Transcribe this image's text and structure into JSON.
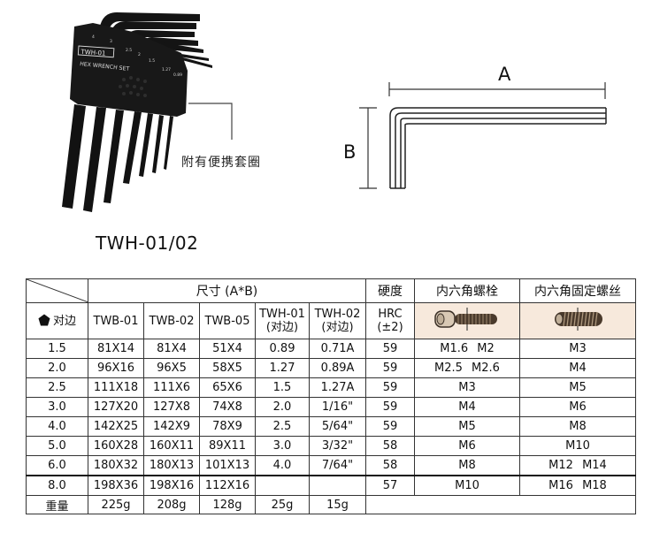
{
  "photo": {
    "set_label": "TWH-01",
    "set_subtitle": "HEX WRENCH SET",
    "size_marks": [
      "4",
      "3",
      "2.5",
      "2",
      "1.5",
      "1.27",
      "0.89"
    ],
    "callout_text": "附有便携套圈"
  },
  "model_title": "TWH-01/02",
  "diagram": {
    "label_a": "A",
    "label_b": "B"
  },
  "table": {
    "group_header": "尺寸 (A*B)",
    "hardness_header": "硬度",
    "bolt_header": "内六角螺栓",
    "setscrew_header": "内六角固定螺丝",
    "across_flats_label": "对边",
    "columns": [
      "TWB-01",
      "TWB-02",
      "TWB-05"
    ],
    "twh01_line1": "TWH-01",
    "twh01_line2": "(对边)",
    "twh02_line1": "TWH-02",
    "twh02_line2": "(对边)",
    "hrc_line1": "HRC",
    "hrc_line2": "(±2)",
    "rows": [
      {
        "size": "1.5",
        "twb01": "81X14",
        "twb02": "81X4",
        "twb05": "51X4",
        "twh01": "0.89",
        "twh02": "0.71A",
        "hrc": "59",
        "bolt": "M1.6  M2",
        "setscrew": "M3"
      },
      {
        "size": "2.0",
        "twb01": "96X16",
        "twb02": "96X5",
        "twb05": "58X5",
        "twh01": "1.27",
        "twh02": "0.89A",
        "hrc": "59",
        "bolt": "M2.5  M2.6",
        "setscrew": "M4"
      },
      {
        "size": "2.5",
        "twb01": "111X18",
        "twb02": "111X6",
        "twb05": "65X6",
        "twh01": "1.5",
        "twh02": "1.27A",
        "hrc": "59",
        "bolt": "M3",
        "setscrew": "M5"
      },
      {
        "size": "3.0",
        "twb01": "127X20",
        "twb02": "127X8",
        "twb05": "74X8",
        "twh01": "2.0",
        "twh02": "1/16\"",
        "hrc": "59",
        "bolt": "M4",
        "setscrew": "M6"
      },
      {
        "size": "4.0",
        "twb01": "142X25",
        "twb02": "142X9",
        "twb05": "78X9",
        "twh01": "2.5",
        "twh02": "5/64\"",
        "hrc": "59",
        "bolt": "M5",
        "setscrew": "M8"
      },
      {
        "size": "5.0",
        "twb01": "160X28",
        "twb02": "160X11",
        "twb05": "89X11",
        "twh01": "3.0",
        "twh02": "3/32\"",
        "hrc": "58",
        "bolt": "M6",
        "setscrew": "M10"
      },
      {
        "size": "6.0",
        "twb01": "180X32",
        "twb02": "180X13",
        "twb05": "101X13",
        "twh01": "4.0",
        "twh02": "7/64\"",
        "hrc": "58",
        "bolt": "M8",
        "setscrew": "M12  M14"
      },
      {
        "size": "8.0",
        "twb01": "198X36",
        "twb02": "198X16",
        "twb05": "112X16",
        "twh01": "",
        "twh02": "",
        "hrc": "57",
        "bolt": "M10",
        "setscrew": "M16  M18"
      }
    ],
    "weight": {
      "label": "重量",
      "twb01": "225g",
      "twb02": "208g",
      "twb05": "128g",
      "twh01": "25g",
      "twh02": "15g"
    }
  }
}
